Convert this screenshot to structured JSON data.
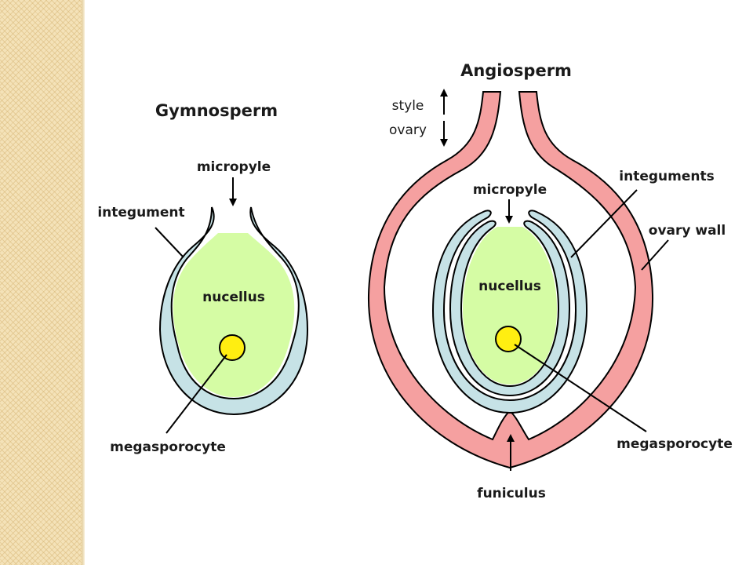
{
  "colors": {
    "integument": "#c6e2e6",
    "nucellus": "#d5fca4",
    "megasporocyte": "#ffee11",
    "ovary_wall": "#f5a0a0",
    "outline": "#000000",
    "sidebar": "#f4e2b8"
  },
  "gymnosperm": {
    "title": "Gymnosperm",
    "micropyle": "micropyle",
    "integument": "integument",
    "nucellus": "nucellus",
    "megasporocyte": "megasporocyte"
  },
  "angiosperm": {
    "title": "Angiosperm",
    "style": "style",
    "ovary": "ovary",
    "micropyle": "micropyle",
    "integuments": "integuments",
    "ovary_wall": "ovary wall",
    "nucellus": "nucellus",
    "megasporocyte": "megasporocyte",
    "funiculus": "funiculus"
  }
}
